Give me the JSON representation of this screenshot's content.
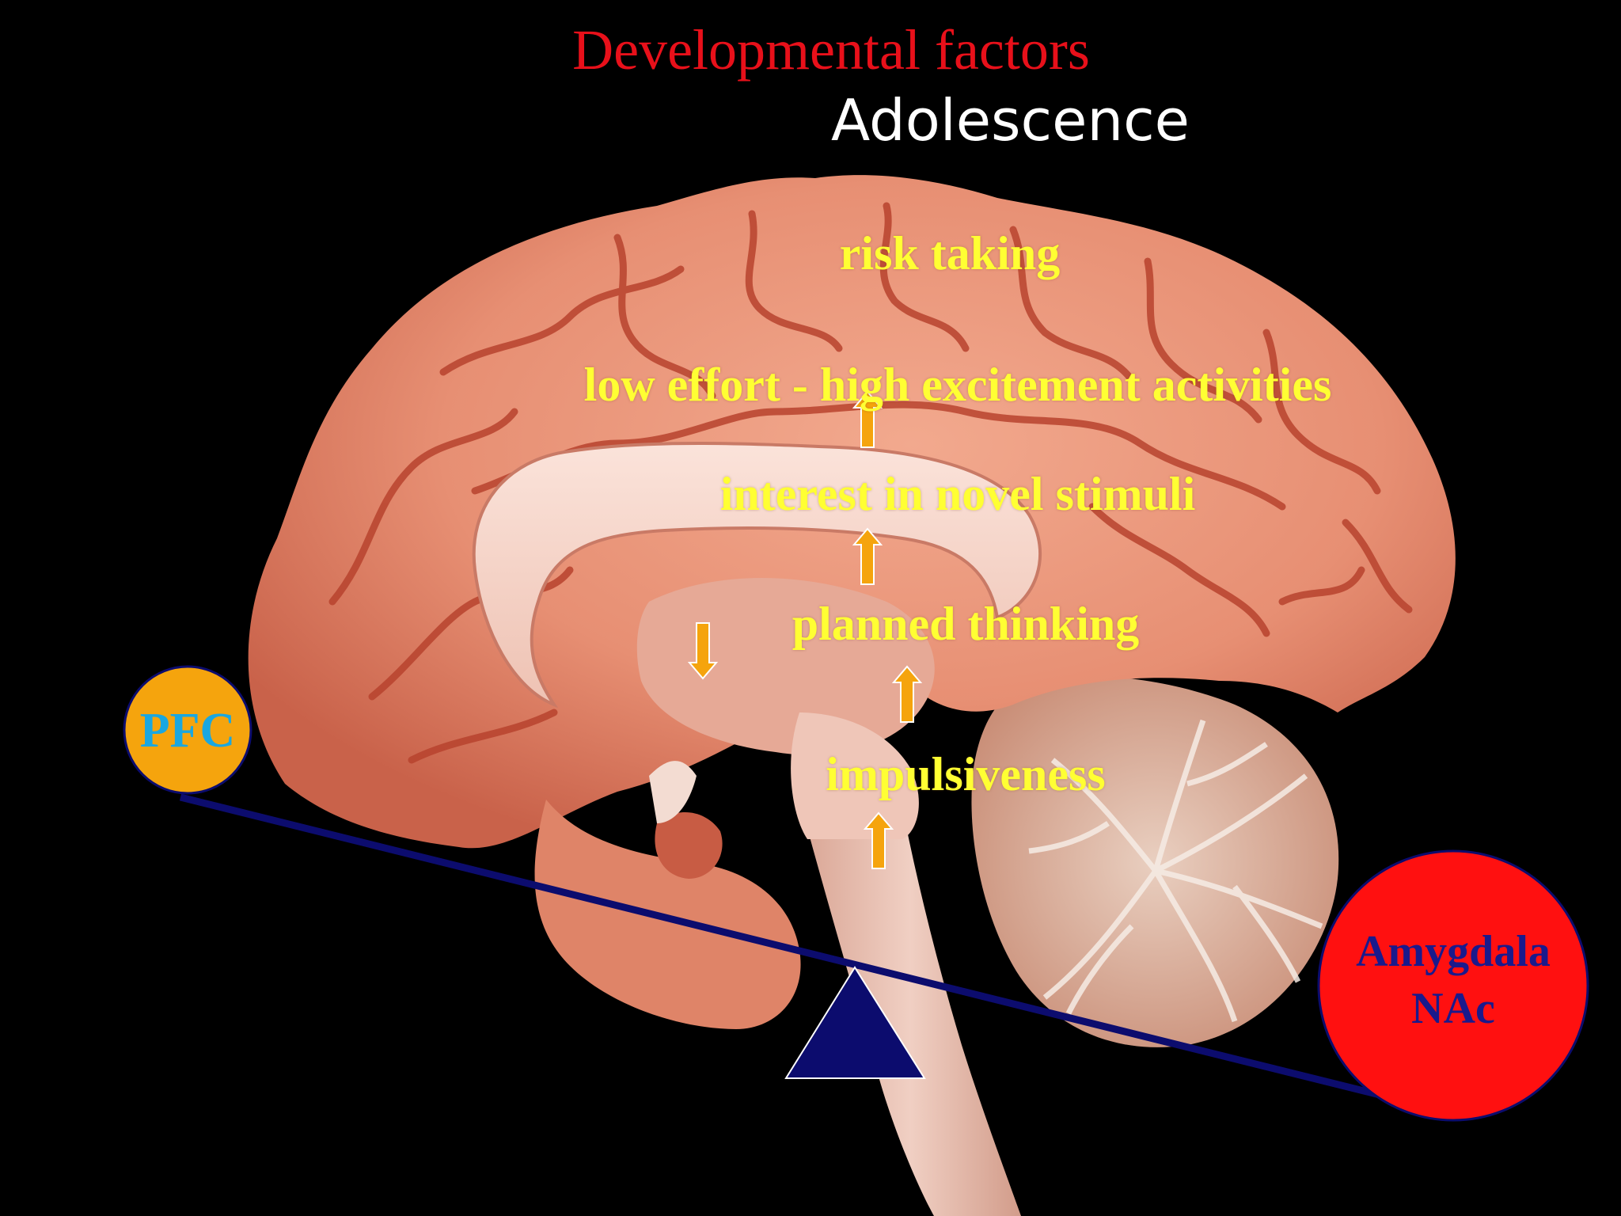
{
  "slide": {
    "title": "Developmental factors",
    "subtitle": "Adolescence"
  },
  "labels": {
    "risk": "risk taking",
    "low_effort": "low effort - high excitement activities",
    "novel": "interest in novel stimuli",
    "planned": "planned thinking",
    "impulsive": "impulsiveness"
  },
  "balance": {
    "left_label": "PFC",
    "right_line1": "Amygdala",
    "right_line2": "NAc"
  },
  "colors": {
    "title": "#e8101a",
    "subtitle": "#ffffff",
    "label_text": "#ffff33",
    "arrow_fill": "#f5a40d",
    "pfc_fill": "#f5a40d",
    "pfc_text": "#1aa7e0",
    "amygdala_fill": "#ff1010",
    "amygdala_text": "#1a1a8c",
    "beam": "#0c0c6e",
    "fulcrum": "#0c0c6e"
  },
  "arrows": [
    {
      "direction": "up"
    },
    {
      "direction": "up"
    },
    {
      "direction": "down"
    },
    {
      "direction": "up"
    },
    {
      "direction": "up"
    }
  ]
}
